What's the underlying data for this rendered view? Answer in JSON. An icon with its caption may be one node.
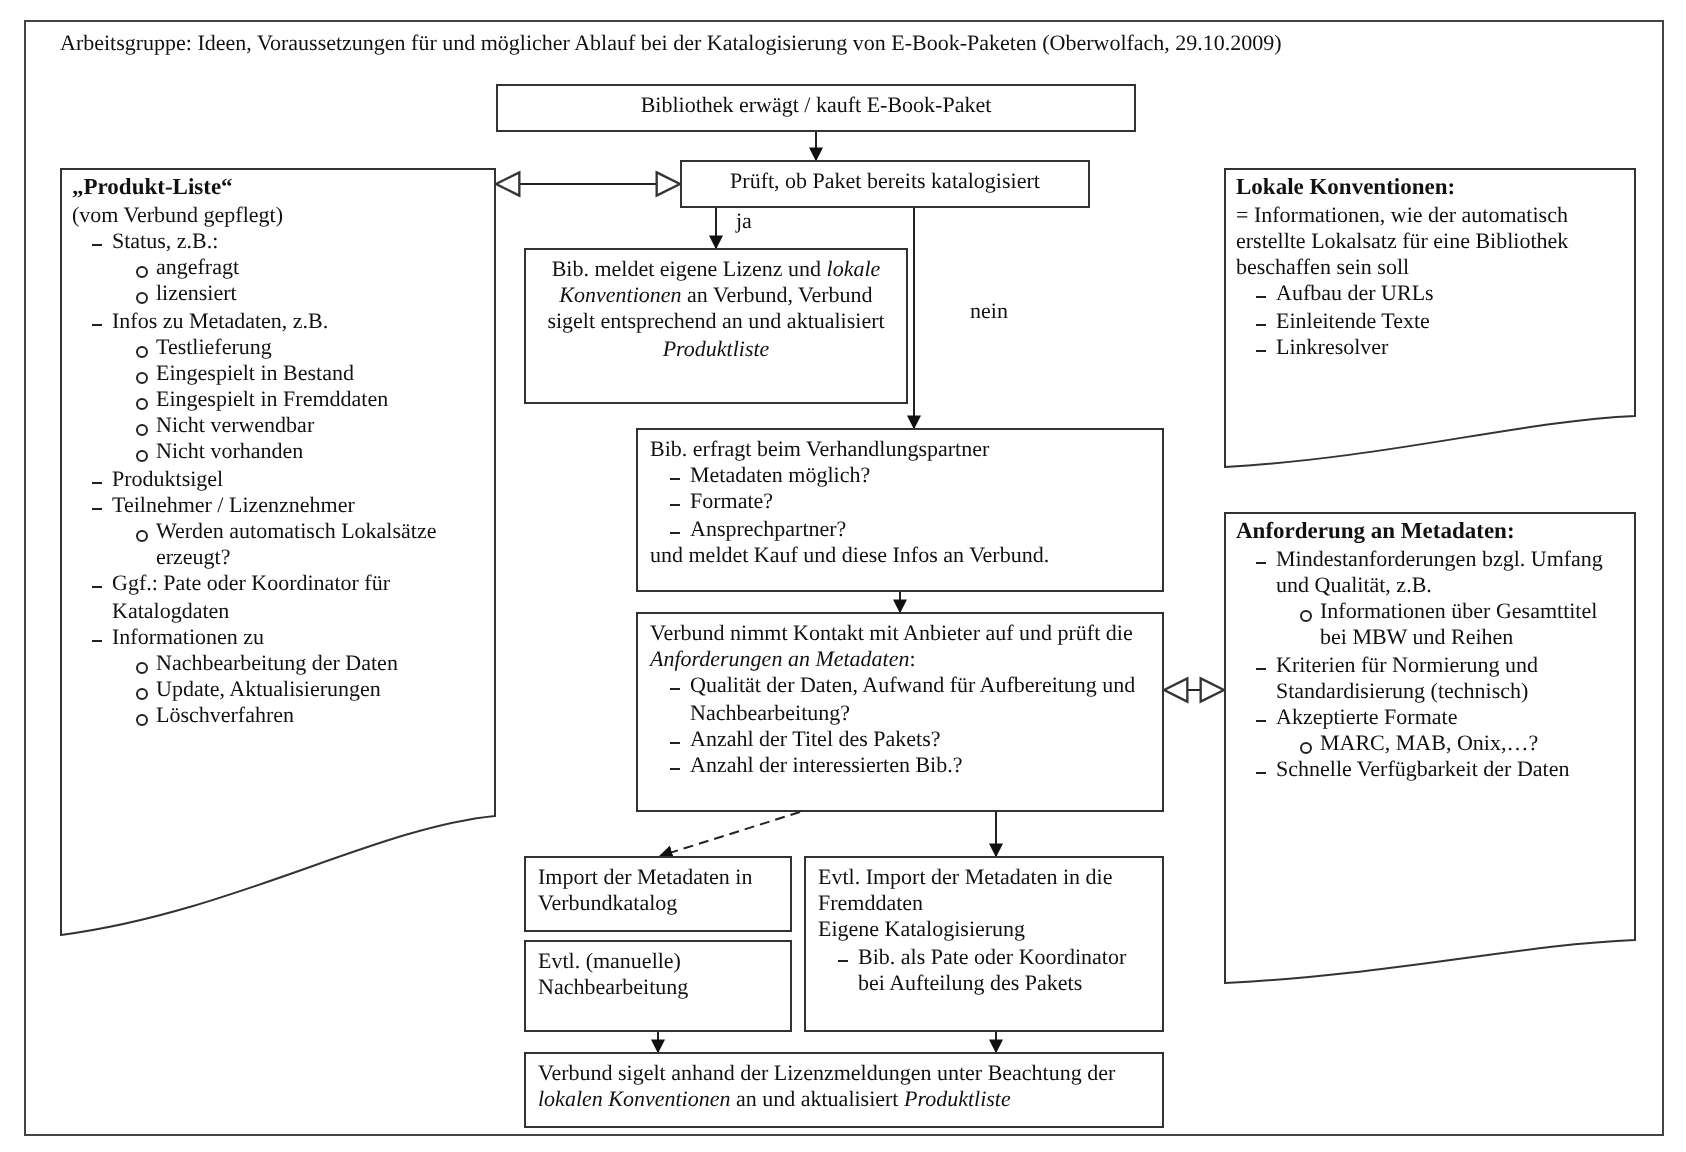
{
  "diagram": {
    "title": "Arbeitsgruppe: Ideen, Voraussetzungen für und möglicher Ablauf bei der Katalogisierung von E-Book-Paketen (Oberwolfach, 29.10.2009)",
    "nodes": [
      {
        "text": [
          "Bibliothek erwägt / kauft E-Book-Paket"
        ]
      },
      {
        "text": [
          "Prüft, ob Paket bereits katalogisiert"
        ]
      },
      {
        "text": [
          "Bib. meldet eigene Lizenz und *lokale Konventionen* an Verbund, Verbund sigelt entsprechend an und aktualisiert *Produktliste*"
        ]
      },
      {
        "text": [
          "Bib. erfragt beim Verhandlungspartner",
          "Metadaten möglich?",
          "Formate?",
          "Ansprechpartner?",
          "und meldet Kauf und diese Infos an Verbund."
        ]
      },
      {
        "text": [
          "Verbund nimmt Kontakt mit Anbieter auf und prüft die *Anforderungen an Metadaten*:",
          "Qualität der Daten, Aufwand für Aufbereitung und Nachbearbeitung?",
          "Anzahl der Titel des Pakets?",
          "Anzahl der interessierten Bib.?"
        ]
      },
      {
        "text": [
          "Import der Metadaten in Verbundkatalog"
        ]
      },
      {
        "text": [
          "Evtl. (manuelle) Nachbearbeitung"
        ]
      },
      {
        "text": [
          "Evtl. Import der Metadaten in die Fremddaten",
          "Eigene Katalogisierung",
          "Bib. als Pate oder Koordinator bei Aufteilung des Pakets"
        ]
      },
      {
        "text": [
          "Verbund sigelt anhand der Lizenzmeldungen unter Beachtung der *lokalen Konventionen* an und aktualisiert *Produktliste*"
        ]
      },
      {
        "text": [
          "„Produkt-Liste“",
          "(vom Verbund gepflegt)",
          "Status, z.B.:",
          "angefragt",
          "lizensiert",
          "Infos zu Metadaten, z.B.",
          "Testlieferung",
          "Eingespielt in Bestand",
          "Eingespielt in Fremddaten",
          "Nicht verwendbar",
          "Nicht vorhanden",
          "Produktsigel",
          "Teilnehmer / Lizenznehmer",
          "Werden automatisch Lokalsätze erzeugt?",
          "Ggf.: Pate oder Koordinator für Katalogdaten",
          "Informationen zu",
          "Nachbearbeitung der Daten",
          "Update, Aktualisierungen",
          "Löschverfahren"
        ]
      },
      {
        "text": [
          "Lokale Konventionen:",
          "= Informationen, wie der automatisch erstellte Lokalsatz für eine Bibliothek beschaffen sein soll",
          "Aufbau der URLs",
          "Einleitende Texte",
          "Linkresolver"
        ]
      },
      {
        "text": [
          "Anforderung an Metadaten:",
          "Mindestanforderungen bzgl. Umfang und Qualität, z.B.",
          "Informationen über Gesamttitel bei MBW und Reihen",
          "Kriterien für Normierung und Standardisierung (technisch)",
          "Akzeptierte Formate",
          "MARC, MAB, Onix,…?",
          "Schnelle Verfügbarkeit der Daten"
        ]
      }
    ],
    "edges": [
      {
        "from": 0,
        "to": 1,
        "arrow": "to"
      },
      {
        "from": 1,
        "to": 2,
        "arrow": "to",
        "label": "ja"
      },
      {
        "from": 1,
        "to": 3,
        "arrow": "to",
        "label": "nein"
      },
      {
        "from": 3,
        "to": 4,
        "arrow": "to"
      },
      {
        "from": 4,
        "to": 5,
        "arrow": "to",
        "style": "dashed"
      },
      {
        "from": 4,
        "to": 7,
        "arrow": "to"
      },
      {
        "from": 6,
        "to": 8,
        "arrow": "to"
      },
      {
        "from": 7,
        "to": 8,
        "arrow": "to"
      },
      {
        "from": 9,
        "to": 1,
        "arrow": "both"
      },
      {
        "from": 4,
        "to": 11,
        "arrow": "both"
      }
    ]
  }
}
